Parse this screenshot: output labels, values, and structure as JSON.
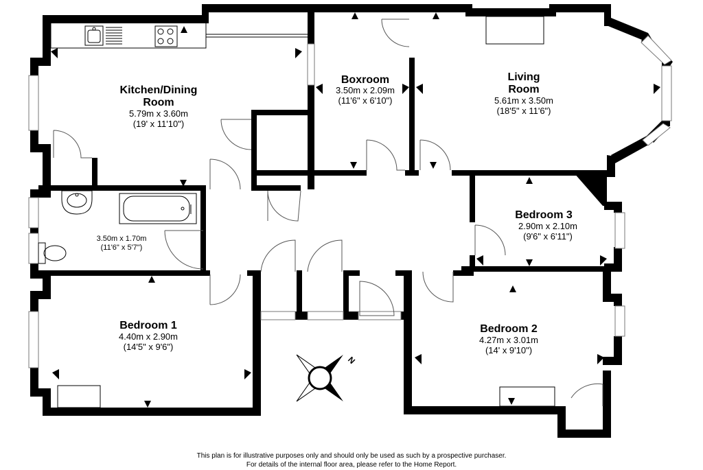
{
  "rooms": {
    "kitchen": {
      "name_line1": "Kitchen/Dining",
      "name_line2": "Room",
      "metric": "5.79m x 3.60m",
      "imperial": "(19' x 11'10\")"
    },
    "boxroom": {
      "name": "Boxroom",
      "metric": "3.50m x 2.09m",
      "imperial": "(11'6\" x 6'10\")"
    },
    "living": {
      "name_line1": "Living",
      "name_line2": "Room",
      "metric": "5.61m x 3.50m",
      "imperial": "(18'5\" x 11'6\")"
    },
    "bathroom": {
      "metric": "3.50m x 1.70m",
      "imperial": "(11'6\" x 5'7\")"
    },
    "bedroom3": {
      "name": "Bedroom 3",
      "metric": "2.90m x 2.10m",
      "imperial": "(9'6\" x 6'11\")"
    },
    "bedroom1": {
      "name": "Bedroom 1",
      "metric": "4.40m x 2.90m",
      "imperial": "(14'5\" x 9'6\")"
    },
    "bedroom2": {
      "name": "Bedroom 2",
      "metric": "4.27m x 3.01m",
      "imperial": "(14' x 9'10\")"
    }
  },
  "compass": {
    "label": "N"
  },
  "disclaimer": {
    "line1": "This plan is for illustrative purposes only and should only be used as such by a prospective purchaser.",
    "line2": "For details of the internal floor area, please refer to the Home Report."
  }
}
